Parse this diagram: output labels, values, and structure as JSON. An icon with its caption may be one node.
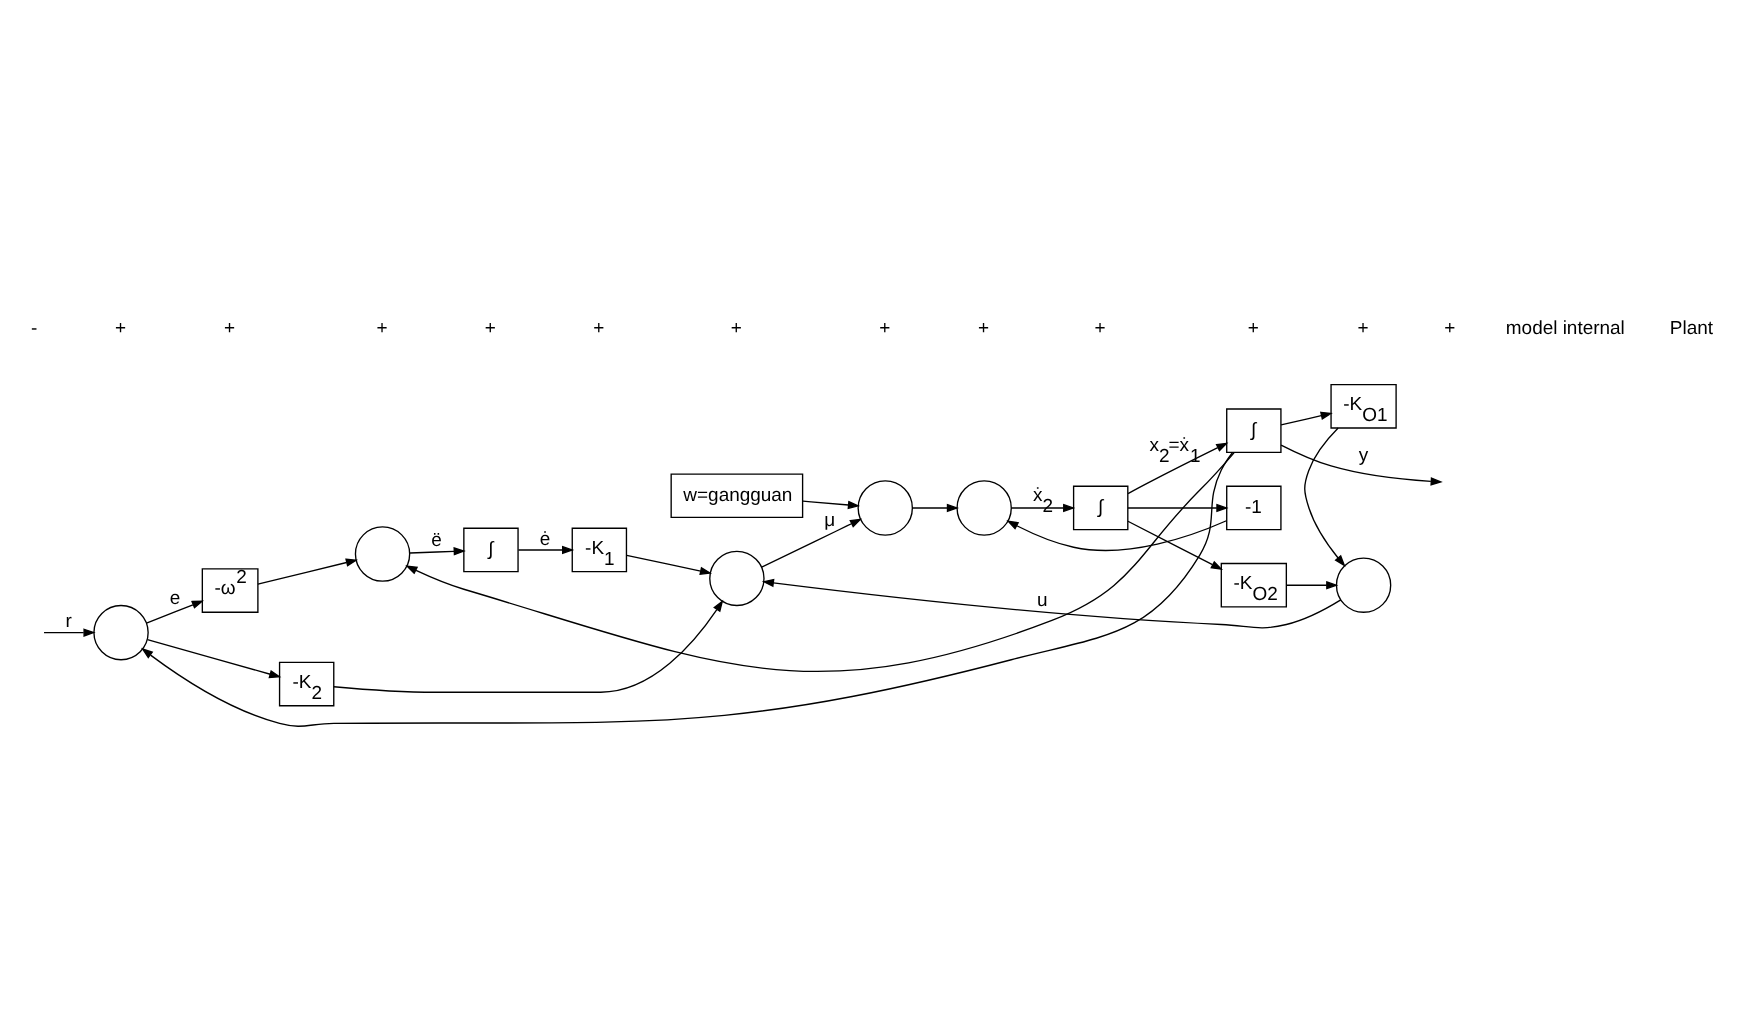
{
  "diagram": {
    "nodes": [
      {
        "text": [],
        "shape": "circle"
      },
      {
        "text": [
          "-ω$^{2}$"
        ]
      },
      {
        "text": [],
        "shape": "circle"
      },
      {
        "text": [
          "∫"
        ]
      },
      {
        "text": [
          "-K$_{1}$"
        ]
      },
      {
        "text": [
          "-K$_{2}$"
        ]
      },
      {
        "text": [],
        "shape": "circle"
      },
      {
        "text": [
          "w=gangguan"
        ]
      },
      {
        "text": [],
        "shape": "circle"
      },
      {
        "text": [],
        "shape": "circle"
      },
      {
        "text": [
          "∫"
        ]
      },
      {
        "text": [
          "∫"
        ]
      },
      {
        "text": [
          "-1"
        ]
      },
      {
        "text": [
          "-K$_{O2}$"
        ]
      },
      {
        "text": [],
        "shape": "circle"
      },
      {
        "text": [
          "-K$_{O1}$"
        ]
      }
    ],
    "edges": [
      {
        "from": null,
        "to": 0,
        "arrow": "to",
        "label": "r"
      },
      {
        "from": 0,
        "to": 1,
        "arrow": "to",
        "label": "e"
      },
      {
        "from": 0,
        "to": 5,
        "arrow": "to"
      },
      {
        "from": 1,
        "to": 2,
        "arrow": "to"
      },
      {
        "from": 2,
        "to": 3,
        "arrow": "to",
        "label": "ë"
      },
      {
        "from": 3,
        "to": 4,
        "arrow": "to",
        "label": "ė"
      },
      {
        "from": 4,
        "to": 6,
        "arrow": "to"
      },
      {
        "from": 5,
        "to": 6,
        "arrow": "to"
      },
      {
        "from": 6,
        "to": 8,
        "arrow": "to",
        "label": "μ"
      },
      {
        "from": 7,
        "to": 8,
        "arrow": "to"
      },
      {
        "from": 8,
        "to": 9,
        "arrow": "to"
      },
      {
        "from": 9,
        "to": 10,
        "arrow": "to",
        "label": "ẋ$_{2}$"
      },
      {
        "from": 10,
        "to": 11,
        "arrow": "to",
        "label": "x$_{2}$=ẋ$_{1}$"
      },
      {
        "from": 10,
        "to": 12,
        "arrow": "to"
      },
      {
        "from": 12,
        "to": 9,
        "arrow": "to"
      },
      {
        "from": 10,
        "to": 13,
        "arrow": "to"
      },
      {
        "from": 13,
        "to": 14,
        "arrow": "to"
      },
      {
        "from": 15,
        "to": 14,
        "arrow": "to"
      },
      {
        "from": 14,
        "to": 6,
        "arrow": "to",
        "label": "u"
      },
      {
        "from": 11,
        "to": null,
        "arrow": "to",
        "label": "y"
      },
      {
        "from": 11,
        "to": 15,
        "arrow": "to"
      },
      {
        "from": 11,
        "to": 2,
        "arrow": "to"
      },
      {
        "from": 11,
        "to": 0,
        "arrow": "to"
      }
    ],
    "labels": [
      "-",
      "+",
      "+",
      "+",
      "+",
      "+",
      "+",
      "+",
      "+",
      "+",
      "+",
      "+",
      "+",
      "model internal",
      "Plant"
    ]
  }
}
